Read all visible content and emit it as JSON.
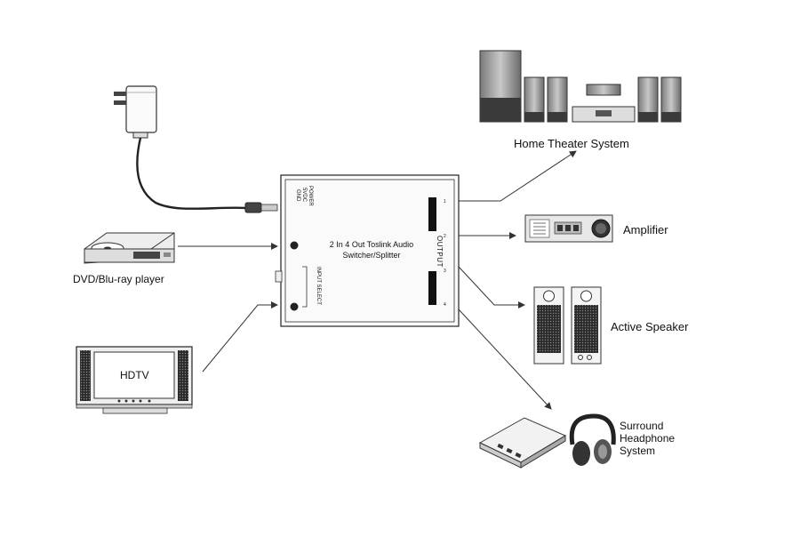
{
  "switcher": {
    "title_line1": "2 In 4 Out  Toslink Audio",
    "title_line2": "Switcher/Splitter",
    "power_label": "POWER",
    "voltage_label": "5VDC",
    "rating_label": "GND",
    "input_select_label": "INPUT SELECT",
    "output_label": "OUTPUT",
    "output_numbers": [
      "1",
      "2",
      "3",
      "4"
    ]
  },
  "devices": {
    "home_theater": "Home Theater  System",
    "amplifier": "Amplifier",
    "active_speaker": "Active Speaker",
    "headphone_line1": "Surround",
    "headphone_line2": "Headphone",
    "headphone_line3": "System",
    "dvd_player": "DVD/Blu-ray player",
    "hdtv_screen": "HDTV"
  },
  "colors": {
    "line": "#333333",
    "device_dark": "#3a3a3a",
    "device_mid": "#8c8c8c",
    "device_light": "#d8d8d8"
  }
}
